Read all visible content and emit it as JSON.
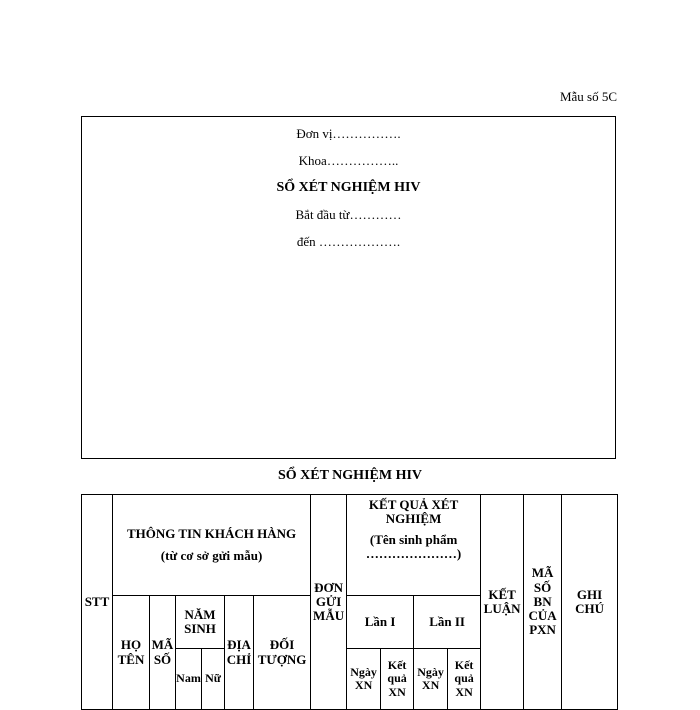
{
  "form_code": "Mẫu số 5C",
  "cover": {
    "unit_line": "Đơn vị…………….",
    "department_line": "Khoa……………..",
    "title": "SỔ XÉT NGHIỆM HIV",
    "start_line": "Bắt đầu từ…………",
    "end_line": "đến ………………."
  },
  "section_title": "SỔ XÉT NGHIỆM HIV",
  "table": {
    "stt": "STT",
    "client_info": "THÔNG TIN KHÁCH HÀNG",
    "client_info_note": "(từ cơ sở gửi mẫu)",
    "sender_unit": "ĐƠN GỬI MẪU",
    "result": "KẾT QUẢ XÉT NGHIỆM",
    "result_note": "(Tên sinh phẩm …………………)",
    "conclusion": "KẾT LUẬN",
    "patient_code": "MÃ SỐ BN CỦA PXN",
    "notes": "GHI CHÚ",
    "full_name": "HỌ TÊN",
    "code": "MÃ SỐ",
    "birth_year": "NĂM SINH",
    "address": "ĐỊA CHỈ",
    "subject": "ĐỐI TƯỢNG",
    "round1": "Lần I",
    "round2": "Lần II",
    "male": "Nam",
    "female": "Nữ",
    "test_date": "Ngày XN",
    "test_result": "Kết quả XN"
  }
}
